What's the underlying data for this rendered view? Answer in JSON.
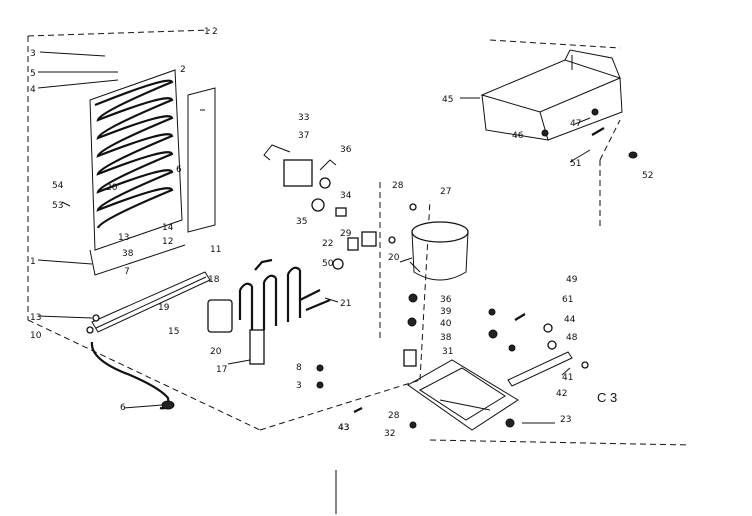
{
  "diagram": {
    "section_code": "C 3",
    "callouts": [
      "1",
      "2",
      "3",
      "5",
      "4",
      "2",
      "54",
      "53",
      "20",
      "6",
      "13",
      "38",
      "7",
      "14",
      "12",
      "11",
      "1",
      "13",
      "10",
      "18",
      "19",
      "15",
      "20",
      "17",
      "21",
      "8",
      "3",
      "6",
      "33",
      "37",
      "36",
      "34",
      "35",
      "22",
      "29",
      "28",
      "27",
      "50",
      "20",
      "43",
      "45",
      "46",
      "47",
      "51",
      "52",
      "36",
      "39",
      "40",
      "38",
      "31",
      "49",
      "61",
      "44",
      "48",
      "41",
      "42",
      "28",
      "32",
      "43",
      "23"
    ]
  }
}
